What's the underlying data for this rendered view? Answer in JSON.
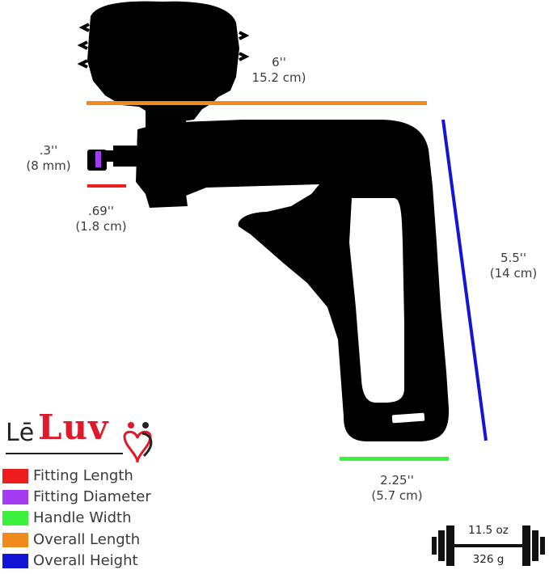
{
  "dimensions": {
    "overall_length": {
      "value": "6''",
      "metric": "15.2 cm)"
    },
    "fitting_diameter": {
      "value": ".3''",
      "metric": "(8 mm)"
    },
    "fitting_length": {
      "value": ".69''",
      "metric": "(1.8 cm)"
    },
    "overall_height": {
      "value": "5.5''",
      "metric": "(14 cm)"
    },
    "handle_width": {
      "value": "2.25''",
      "metric": "(5.7 cm)"
    }
  },
  "brand": {
    "part1": "Lē",
    "part2": "Luv"
  },
  "legend": [
    {
      "label": "Fitting Length",
      "color": "#ee1c1c"
    },
    {
      "label": "Fitting Diameter",
      "color": "#a33cf0"
    },
    {
      "label": "Handle Width",
      "color": "#3df03d"
    },
    {
      "label": "Overall Length",
      "color": "#f08a1c"
    },
    {
      "label": "Overall Height",
      "color": "#1414d6"
    }
  ],
  "weight": {
    "imperial": "11.5 oz",
    "metric": "326 g"
  }
}
